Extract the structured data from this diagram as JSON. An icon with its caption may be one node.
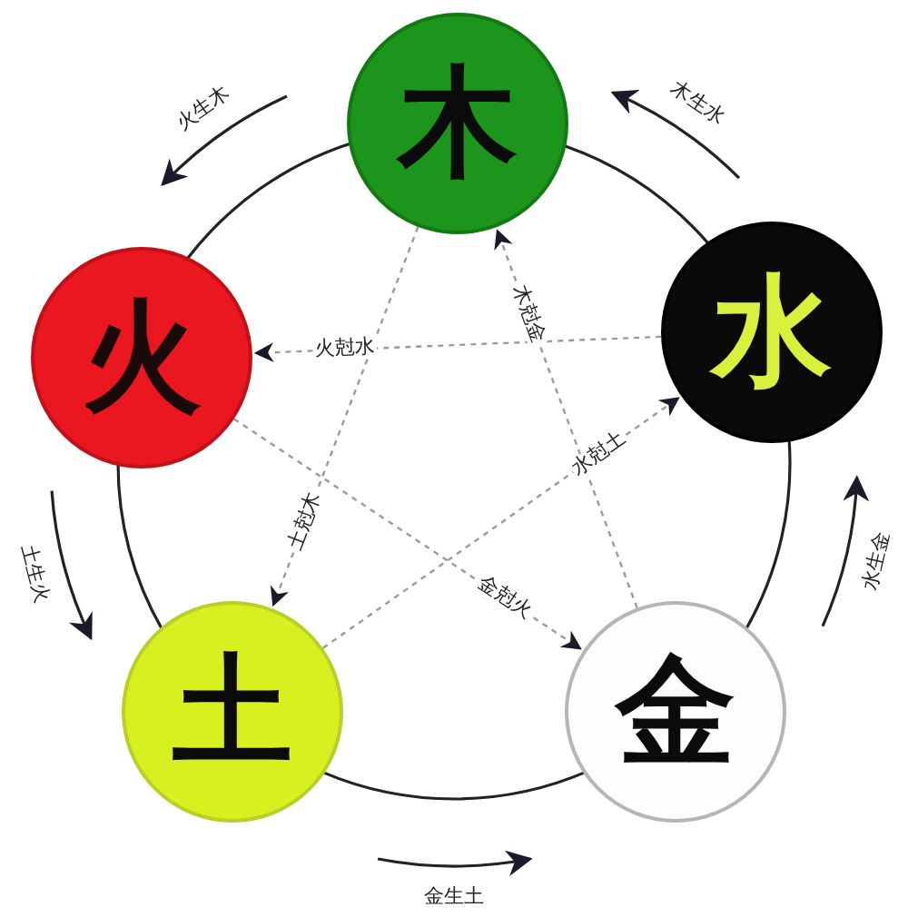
{
  "diagram": {
    "nodes": [
      {
        "text": [
          "木"
        ]
      },
      {
        "text": [
          "火"
        ]
      },
      {
        "text": [
          "水"
        ]
      },
      {
        "text": [
          "土"
        ]
      },
      {
        "text": [
          "金"
        ]
      }
    ],
    "edges": [
      {
        "from": 2,
        "to": 1,
        "arrow": "to",
        "style": "dashed",
        "label": "火尅水"
      },
      {
        "from": 4,
        "to": 0,
        "arrow": "to",
        "style": "dashed",
        "label": "木尅金"
      },
      {
        "from": 0,
        "to": 3,
        "arrow": "to",
        "style": "dashed",
        "label": "土尅木"
      },
      {
        "from": 3,
        "to": 2,
        "arrow": "to",
        "style": "dashed",
        "label": "水尅土"
      },
      {
        "from": 1,
        "to": 4,
        "arrow": "to",
        "style": "dashed",
        "label": "金尅火"
      },
      {
        "from": 0,
        "to": 2,
        "arrow": "none",
        "color": "#222222"
      },
      {
        "from": 2,
        "to": 4,
        "arrow": "none",
        "color": "#222222"
      },
      {
        "from": 4,
        "to": 3,
        "arrow": "none",
        "color": "#222222"
      },
      {
        "from": 3,
        "to": 1,
        "arrow": "none",
        "color": "#222222"
      },
      {
        "from": 1,
        "to": 0,
        "arrow": "none",
        "color": "#222222"
      }
    ],
    "labels": [
      "火生木",
      "木生水",
      "土生火",
      "水生金",
      "金生土"
    ]
  }
}
